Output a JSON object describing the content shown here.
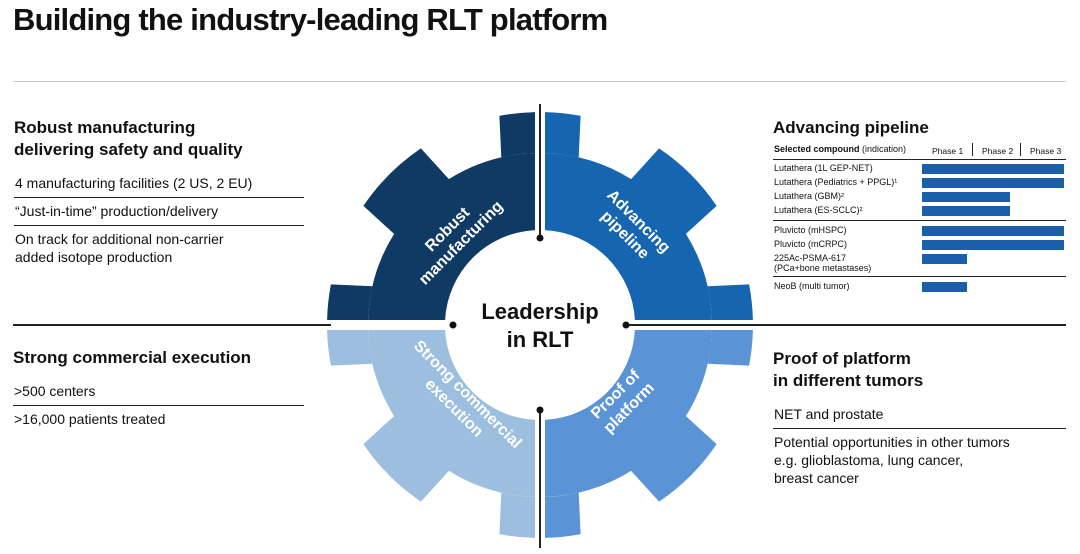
{
  "title": "Building the industry-leading RLT platform",
  "center_label": [
    "Leadership",
    "in RLT"
  ],
  "gear": {
    "colors": {
      "robust": "#0f3a63",
      "pipeline": "#1565b0",
      "commercial": "#9cbfdf",
      "proof": "#5a93d6"
    },
    "labels": {
      "robust": [
        "Robust",
        "manufacturing"
      ],
      "pipeline": [
        "Advancing",
        "pipeline"
      ],
      "commercial": [
        "Strong commercial",
        "execution"
      ],
      "proof": [
        "Proof of",
        "platform"
      ]
    }
  },
  "manufacturing": {
    "heading": [
      "Robust manufacturing",
      "delivering safety and quality"
    ],
    "items": [
      [
        "4 manufacturing facilities (2 US, 2 EU)"
      ],
      [
        "“Just-in-time” production/delivery"
      ],
      [
        "On track for additional non-carrier",
        "added isotope production"
      ]
    ]
  },
  "commercial": {
    "heading": [
      "Strong commercial execution"
    ],
    "items": [
      [
        ">500 centers"
      ],
      [
        ">16,000 patients treated"
      ]
    ]
  },
  "proof": {
    "heading": [
      "Proof of platform",
      "in different tumors"
    ],
    "items": [
      [
        "NET and prostate"
      ],
      [
        "Potential opportunities in other tumors",
        "e.g. glioblastoma, lung cancer,",
        "breast cancer"
      ]
    ]
  },
  "pipeline": {
    "heading": "Advancing pipeline",
    "selected_label": "Selected compound",
    "indication_label": "(indication)",
    "phases": [
      "Phase 1",
      "Phase 2",
      "Phase 3"
    ],
    "bar_color": "#1a5fa8",
    "groups": [
      [
        {
          "name": [
            "Lutathera (1L GEP-NET)"
          ],
          "phase": 3
        },
        {
          "name": [
            "Lutathera (Pediatrics + PPGL)¹"
          ],
          "phase": 3
        },
        {
          "name": [
            "Lutathera (GBM)²"
          ],
          "phase": 2
        },
        {
          "name": [
            "Lutathera (ES-SCLC)²"
          ],
          "phase": 2
        }
      ],
      [
        {
          "name": [
            "Pluvicto (mHSPC)"
          ],
          "phase": 3
        },
        {
          "name": [
            "Pluvicto (mCRPC)"
          ],
          "phase": 3
        },
        {
          "name": [
            "225Ac-PSMA-617",
            "(PCa+bone metastases)"
          ],
          "phase": 1
        }
      ],
      [
        {
          "name": [
            "NeoB (multi tumor)"
          ],
          "phase": 1
        }
      ]
    ]
  }
}
